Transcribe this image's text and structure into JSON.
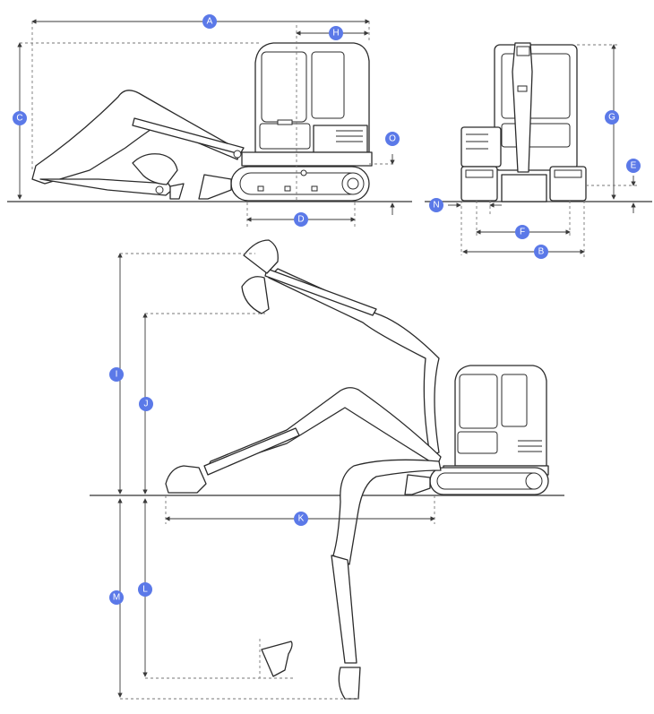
{
  "diagram": {
    "badges": {
      "A": "A",
      "B": "B",
      "C": "C",
      "D": "D",
      "E": "E",
      "F": "F",
      "G": "G",
      "H": "H",
      "I": "I",
      "J": "J",
      "K": "K",
      "L": "L",
      "M": "M",
      "N": "N",
      "O": "O"
    },
    "colors": {
      "badge": "#5b79e8",
      "badge_text": "#ffffff",
      "line": "#2b2b2b",
      "dimension": "#3a3a3a",
      "dashed": "#777777"
    }
  }
}
